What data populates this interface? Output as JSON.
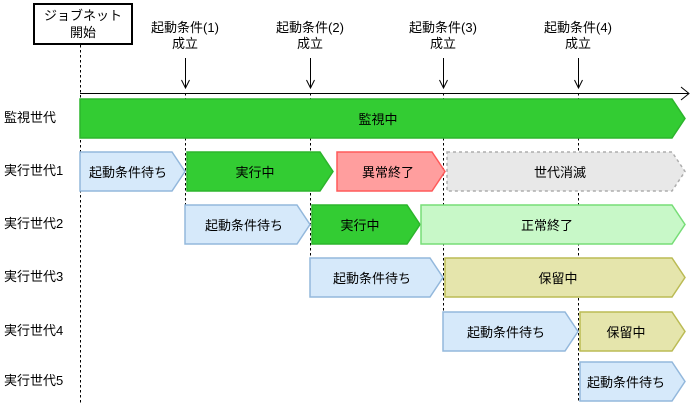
{
  "start_box": {
    "line1": "ジョブネット",
    "line2": "開始"
  },
  "conditions": [
    {
      "name": "起動条件(1)",
      "status": "成立"
    },
    {
      "name": "起動条件(2)",
      "status": "成立"
    },
    {
      "name": "起動条件(3)",
      "status": "成立"
    },
    {
      "name": "起動条件(4)",
      "status": "成立"
    }
  ],
  "rows": [
    {
      "label": "監視世代",
      "bars": [
        {
          "label": "監視中",
          "state": "monitoring"
        }
      ]
    },
    {
      "label": "実行世代1",
      "bars": [
        {
          "label": "起動条件待ち",
          "state": "waiting"
        },
        {
          "label": "実行中",
          "state": "running"
        },
        {
          "label": "異常終了",
          "state": "abnormal-end"
        },
        {
          "label": "世代消滅",
          "state": "generation-disappeared"
        }
      ]
    },
    {
      "label": "実行世代2",
      "bars": [
        {
          "label": "起動条件待ち",
          "state": "waiting"
        },
        {
          "label": "実行中",
          "state": "running"
        },
        {
          "label": "正常終了",
          "state": "normal-end"
        }
      ]
    },
    {
      "label": "実行世代3",
      "bars": [
        {
          "label": "起動条件待ち",
          "state": "waiting"
        },
        {
          "label": "保留中",
          "state": "held"
        }
      ]
    },
    {
      "label": "実行世代4",
      "bars": [
        {
          "label": "起動条件待ち",
          "state": "waiting"
        },
        {
          "label": "保留中",
          "state": "held"
        }
      ]
    },
    {
      "label": "実行世代5",
      "bars": [
        {
          "label": "起動条件待ち",
          "state": "waiting"
        }
      ]
    }
  ],
  "colors": {
    "monitoring_fill": "#33CC33",
    "monitoring_border": "#2DB52D",
    "waiting_fill": "#D6E9FA",
    "waiting_border": "#93B8DC",
    "running_fill": "#33CC33",
    "running_border": "#2DB52D",
    "abnormal_fill": "#FF9E9E",
    "abnormal_border": "#FF5A5A",
    "normal_fill": "#C8F8C8",
    "normal_border": "#77DD77",
    "held_fill": "#E5E5AC",
    "held_border": "#BBBB55",
    "disappeared_fill": "#E8E8E8",
    "disappeared_border": "#ADADAD"
  }
}
